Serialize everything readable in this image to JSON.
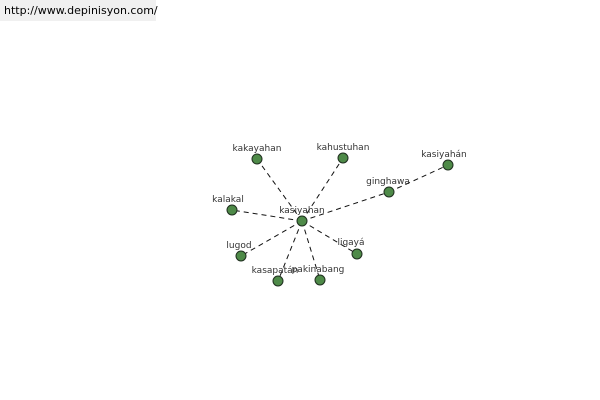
{
  "header": {
    "url": "http://www.depinisyon.com/"
  },
  "graph": {
    "node_color": "#4e8a48",
    "edge_color": "#111111",
    "center": {
      "id": "center",
      "label": "kasiyahan"
    },
    "nodes": [
      {
        "id": "kakayahan",
        "label": "kakayahan"
      },
      {
        "id": "kahustuhan",
        "label": "kahustuhan"
      },
      {
        "id": "kasiyahan-accent",
        "label": "kasiyahán"
      },
      {
        "id": "ginghawa",
        "label": "ginghawa"
      },
      {
        "id": "kalakal",
        "label": "kalakal"
      },
      {
        "id": "ligaya",
        "label": "ligayá"
      },
      {
        "id": "lugod",
        "label": "lugod"
      },
      {
        "id": "kasapatan",
        "label": "kasapatán"
      },
      {
        "id": "pakinabang",
        "label": "pakinabang"
      }
    ],
    "edges": [
      {
        "from": "center",
        "to": "kakayahan"
      },
      {
        "from": "center",
        "to": "kahustuhan"
      },
      {
        "from": "center",
        "to": "ginghawa"
      },
      {
        "from": "ginghawa",
        "to": "kasiyahan-accent"
      },
      {
        "from": "center",
        "to": "kalakal"
      },
      {
        "from": "center",
        "to": "ligaya"
      },
      {
        "from": "center",
        "to": "lugod"
      },
      {
        "from": "center",
        "to": "kasapatan"
      },
      {
        "from": "center",
        "to": "pakinabang"
      }
    ]
  }
}
